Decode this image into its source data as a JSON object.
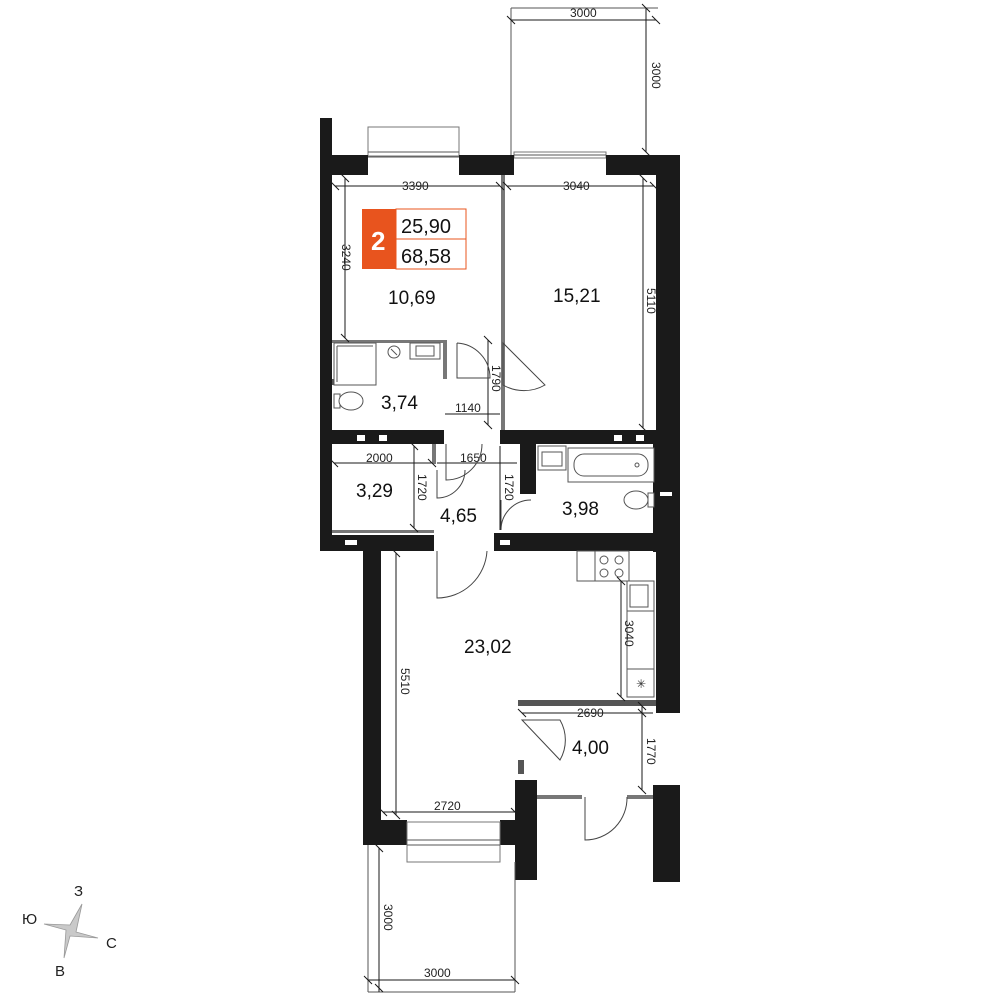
{
  "badge": {
    "rooms": "2",
    "living_area": "25,90",
    "total_area": "68,58",
    "accent_color": "#e8541e"
  },
  "rooms": {
    "bedroom": "10,69",
    "bedroom2": "15,21",
    "bathroom": "3,74",
    "storage": "3,29",
    "hall": "4,65",
    "bath2": "3,98",
    "living": "23,02",
    "loggia": "4,00"
  },
  "dims": {
    "balcony_top_w": "3000",
    "balcony_top_h": "3000",
    "bedroom_w": "3390",
    "bedroom2_w": "3040",
    "bedroom_h": "3240",
    "bedroom2_h": "5110",
    "bath_door": "1790",
    "bath_w": "1140",
    "storage_w": "2000",
    "hall_w": "1650",
    "storage_h": "1720",
    "hall_h": "1720",
    "kitchen_len": "3040",
    "living_h": "5510",
    "loggia_w": "2690",
    "loggia_h": "1770",
    "living_w": "2720",
    "balcony_bottom_h": "3000",
    "balcony_bottom_w": "3000"
  },
  "compass": {
    "north_west": "З",
    "west": "Ю",
    "east": "С",
    "south": "В"
  }
}
